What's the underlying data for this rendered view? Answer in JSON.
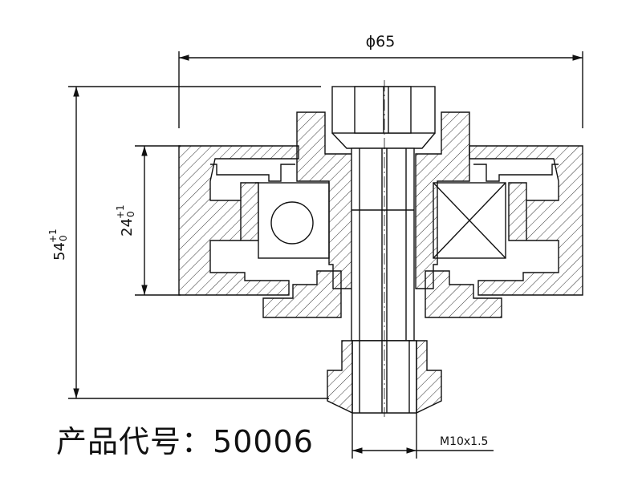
{
  "dimensions": {
    "diameter": "ϕ65",
    "overall_height_base": "54",
    "overall_height_tol_upper": "+1",
    "overall_height_tol_lower": "0",
    "inner_height_base": "24",
    "inner_height_tol_upper": "+1",
    "inner_height_tol_lower": "0",
    "thread": "M10x1.5"
  },
  "product": {
    "label": "产品代号：",
    "code": "50006"
  },
  "colors": {
    "line": "#111111",
    "background": "#ffffff"
  }
}
